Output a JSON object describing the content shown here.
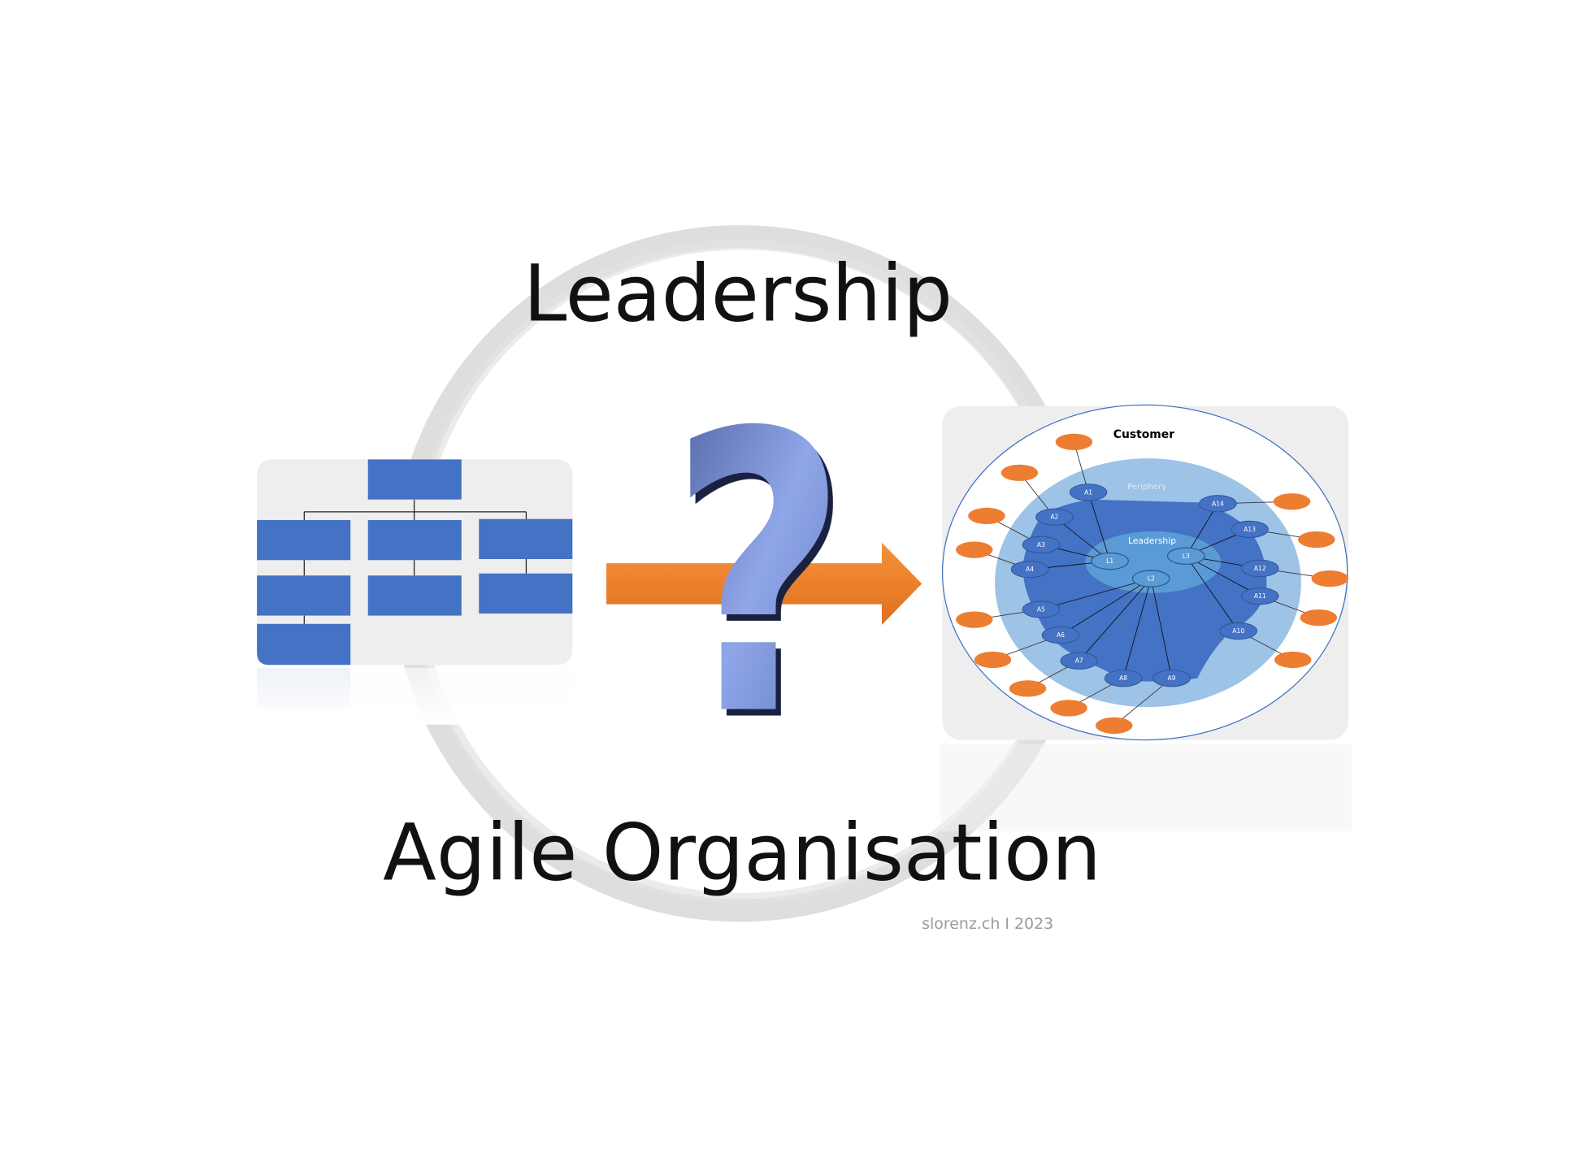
{
  "titles": {
    "top": "Leadership",
    "bottom": "Agile Organisation",
    "credit": "slorenz.ch I 2023"
  },
  "question_mark": "?",
  "diagram": {
    "customer_label": "Customer",
    "periphery_label": "Periphery",
    "leadership_label": "Leadership",
    "leaders": [
      "L1",
      "L2",
      "L3"
    ],
    "agents": [
      "A1",
      "A2",
      "A3",
      "A4",
      "A5",
      "A6",
      "A7",
      "A8",
      "A9",
      "A10",
      "A11",
      "A12",
      "A13",
      "A14"
    ]
  },
  "colors": {
    "blue": "#4472c4",
    "orange": "#ed7d31",
    "panel": "#eeeeee",
    "light_blue": "#9dc3e6"
  }
}
